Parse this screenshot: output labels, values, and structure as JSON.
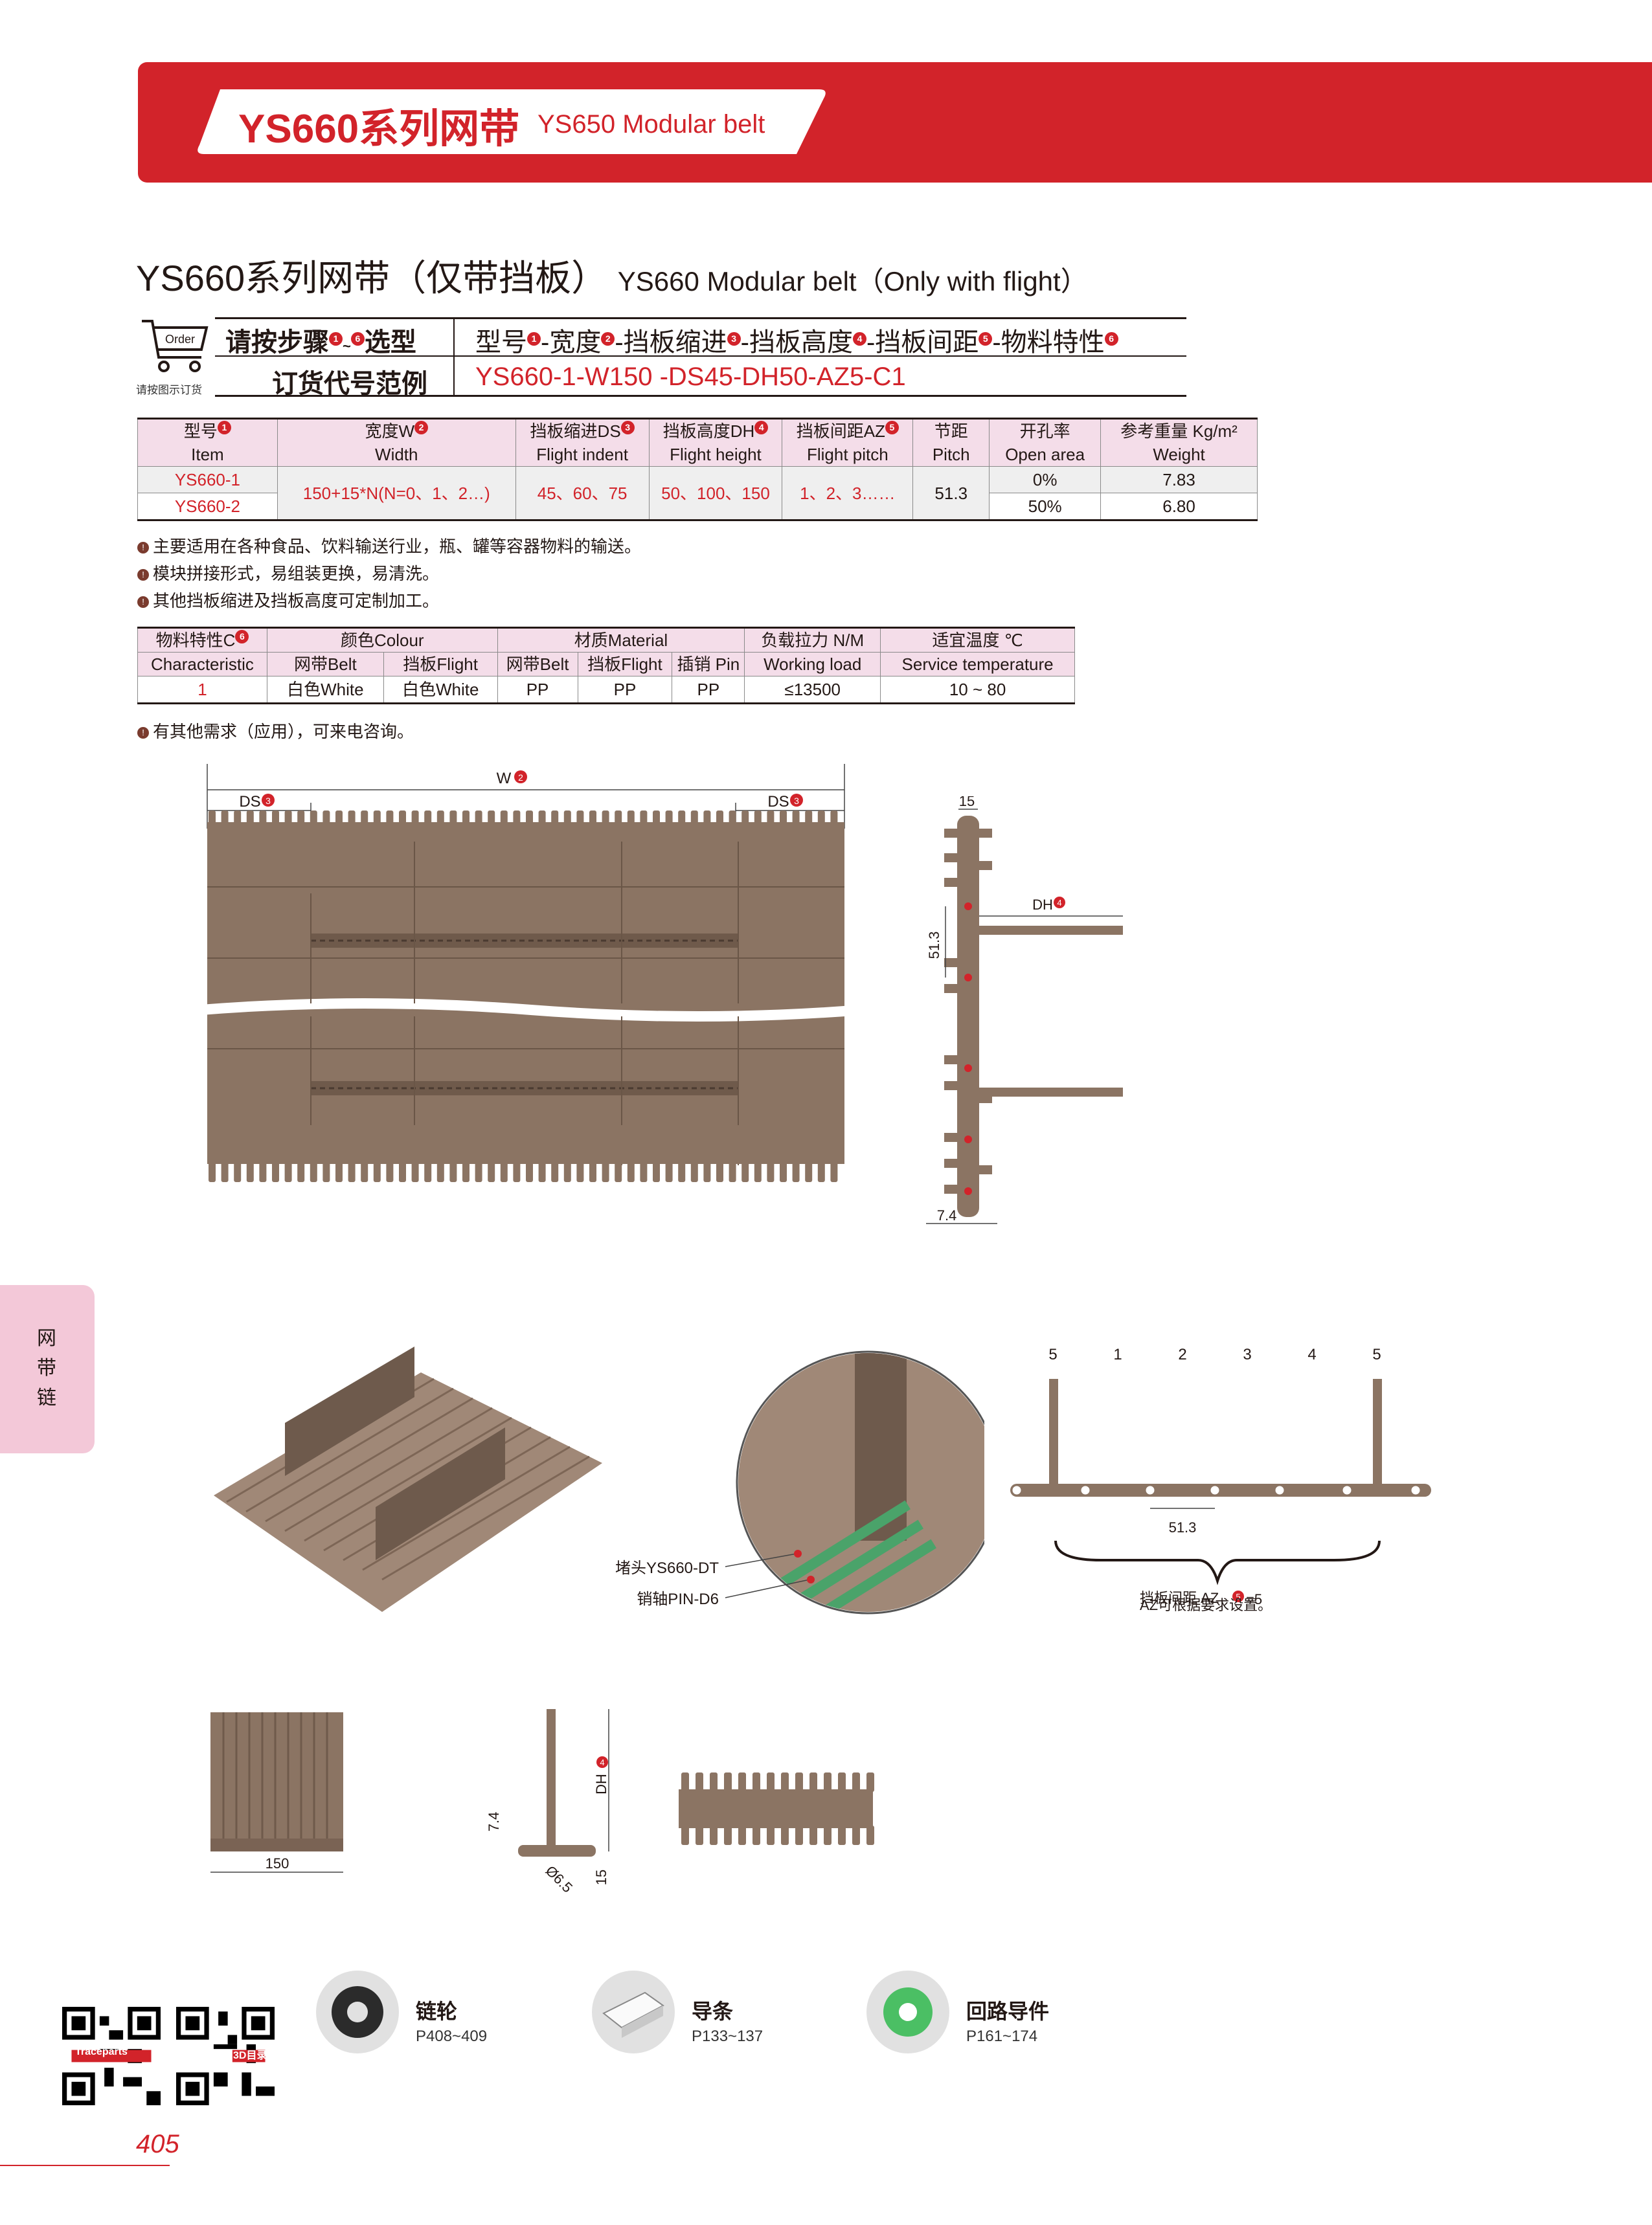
{
  "header": {
    "title": "YS660系列网带",
    "subtitle": "YS650 Modular belt"
  },
  "section": {
    "title_cn": "YS660系列网带（仅带挡板）",
    "title_en": "YS660 Modular belt（Only with flight）"
  },
  "order": {
    "icon_label": "Order",
    "caption": "请按图示订货",
    "steps_label_a": "请按步骤",
    "steps_label_b": "~",
    "steps_label_c": "选型",
    "example_label": "订货代号范例",
    "formula": [
      {
        "text": "型号",
        "badge": "1"
      },
      {
        "text": "-宽度",
        "badge": "2"
      },
      {
        "text": "-挡板缩进",
        "badge": "3"
      },
      {
        "text": "-挡板高度",
        "badge": "4"
      },
      {
        "text": "-挡板间距",
        "badge": "5"
      },
      {
        "text": "-物料特性",
        "badge": "6"
      }
    ],
    "badge_first": "1",
    "badge_last": "6",
    "example": "YS660-1-W150 -DS45-DH50-AZ5-C1"
  },
  "spec_table": {
    "headers": [
      {
        "cn": "型号",
        "badge": "1",
        "en": "Item"
      },
      {
        "cn": "宽度W",
        "badge": "2",
        "en": "Width"
      },
      {
        "cn": "挡板缩进DS",
        "badge": "3",
        "en": "Flight indent"
      },
      {
        "cn": "挡板高度DH",
        "badge": "4",
        "en": "Flight height"
      },
      {
        "cn": "挡板间距AZ",
        "badge": "5",
        "en": "Flight pitch"
      },
      {
        "cn": "节距",
        "badge": "",
        "en": "Pitch"
      },
      {
        "cn": "开孔率",
        "badge": "",
        "en": "Open area"
      },
      {
        "cn": "参考重量 Kg/m²",
        "badge": "",
        "en": "Weight"
      }
    ],
    "item_1": "YS660-1",
    "item_2": "YS660-2",
    "width": "150+15*N(N=0、1、2…)",
    "flight_indent": "45、60、75",
    "flight_height": "50、100、150",
    "flight_pitch": "1、2、3……",
    "pitch": "51.3",
    "open_area_1": "0%",
    "open_area_2": "50%",
    "weight_1": "7.83",
    "weight_2": "6.80"
  },
  "notes_1": [
    "主要适用在各种食品、饮料输送行业，瓶、罐等容器物料的输送。",
    "模块拼接形式，易组装更换，易清洗。",
    "其他挡板缩进及挡板高度可定制加工。"
  ],
  "material_table": {
    "h_char_cn": "物料特性C",
    "h_char_badge": "6",
    "h_char_en": "Characteristic",
    "h_colour": "颜色Colour",
    "h_colour_belt": "网带Belt",
    "h_colour_flight": "挡板Flight",
    "h_material": "材质Material",
    "h_mat_belt": "网带Belt",
    "h_mat_flight": "挡板Flight",
    "h_mat_pin": "插销 Pin",
    "h_load_cn": "负载拉力 N/M",
    "h_load_en": "Working load",
    "h_temp_cn": "适宜温度 ℃",
    "h_temp_en": "Service temperature",
    "row": {
      "char": "1",
      "colour_belt": "白色White",
      "colour_flight": "白色White",
      "mat_belt": "PP",
      "mat_flight": "PP",
      "mat_pin": "PP",
      "load": "≤13500",
      "temp": "10 ~ 80"
    }
  },
  "notes_2": [
    "有其他需求（应用），可来电咨询。"
  ],
  "drawing_top": {
    "w_label": "W",
    "w_badge": "2",
    "ds_label": "DS",
    "ds_badge": "3"
  },
  "drawing_side": {
    "dim_15": "15",
    "dim_513": "51.3",
    "dh_label": "DH",
    "dh_badge": "4",
    "dim_74": "7.4"
  },
  "detail": {
    "cap_label": "堵头YS660-DT",
    "pin_label": "销轴PIN-D6"
  },
  "pitch_diagram": {
    "numbers": [
      "5",
      "1",
      "2",
      "3",
      "4",
      "5"
    ],
    "dim_513": "51.3",
    "az_label_a": "挡板间距 AZ",
    "az_badge": "5",
    "az_label_b": "=5",
    "az_note": "AZ可根据要求设置。"
  },
  "small_views": {
    "width_150": "150",
    "dim_74": "7.4",
    "dh_label": "DH",
    "dh_badge": "4",
    "dim_15": "15",
    "dim_65": "Ø6.5"
  },
  "side_tab": [
    "网",
    "带",
    "链"
  ],
  "links": [
    {
      "title": "链轮",
      "pages": "P408~409"
    },
    {
      "title": "导条",
      "pages": "P133~137"
    },
    {
      "title": "回路导件",
      "pages": "P161~174"
    }
  ],
  "qr_labels": [
    "Traceparts",
    "3D目录"
  ],
  "page_number": "405",
  "colors": {
    "brand_red": "#d2232a",
    "belt_brown": "#8b7463",
    "header_pink": "#f4dde9",
    "side_tab_pink": "#f3c8d8"
  }
}
